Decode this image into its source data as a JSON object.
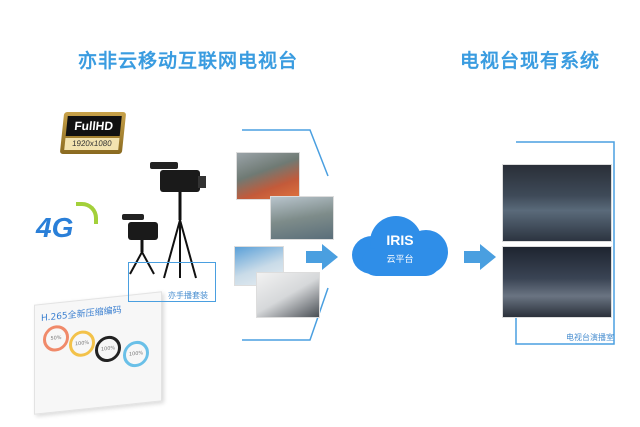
{
  "titles": {
    "left": "亦非云移动互联网电视台",
    "right": "电视台现有系统"
  },
  "badges": {
    "fullhd_top": "FullHD",
    "fullhd_bottom": "1920x1080",
    "fourg": "4G"
  },
  "h265_card": {
    "title": "H.265全新压缩编码",
    "rings": [
      {
        "label": "50%"
      },
      {
        "label": "100%"
      },
      {
        "label": "100%"
      },
      {
        "label": "100%"
      }
    ]
  },
  "captions": {
    "camera_kit": "亦手播套装",
    "station": "电视台演播室"
  },
  "cloud": {
    "name": "IRIS",
    "subtitle": "云平台"
  },
  "colors": {
    "accent": "#3a9ce0",
    "cloud": "#2f8ee8",
    "arrow": "#4a9fe0"
  }
}
